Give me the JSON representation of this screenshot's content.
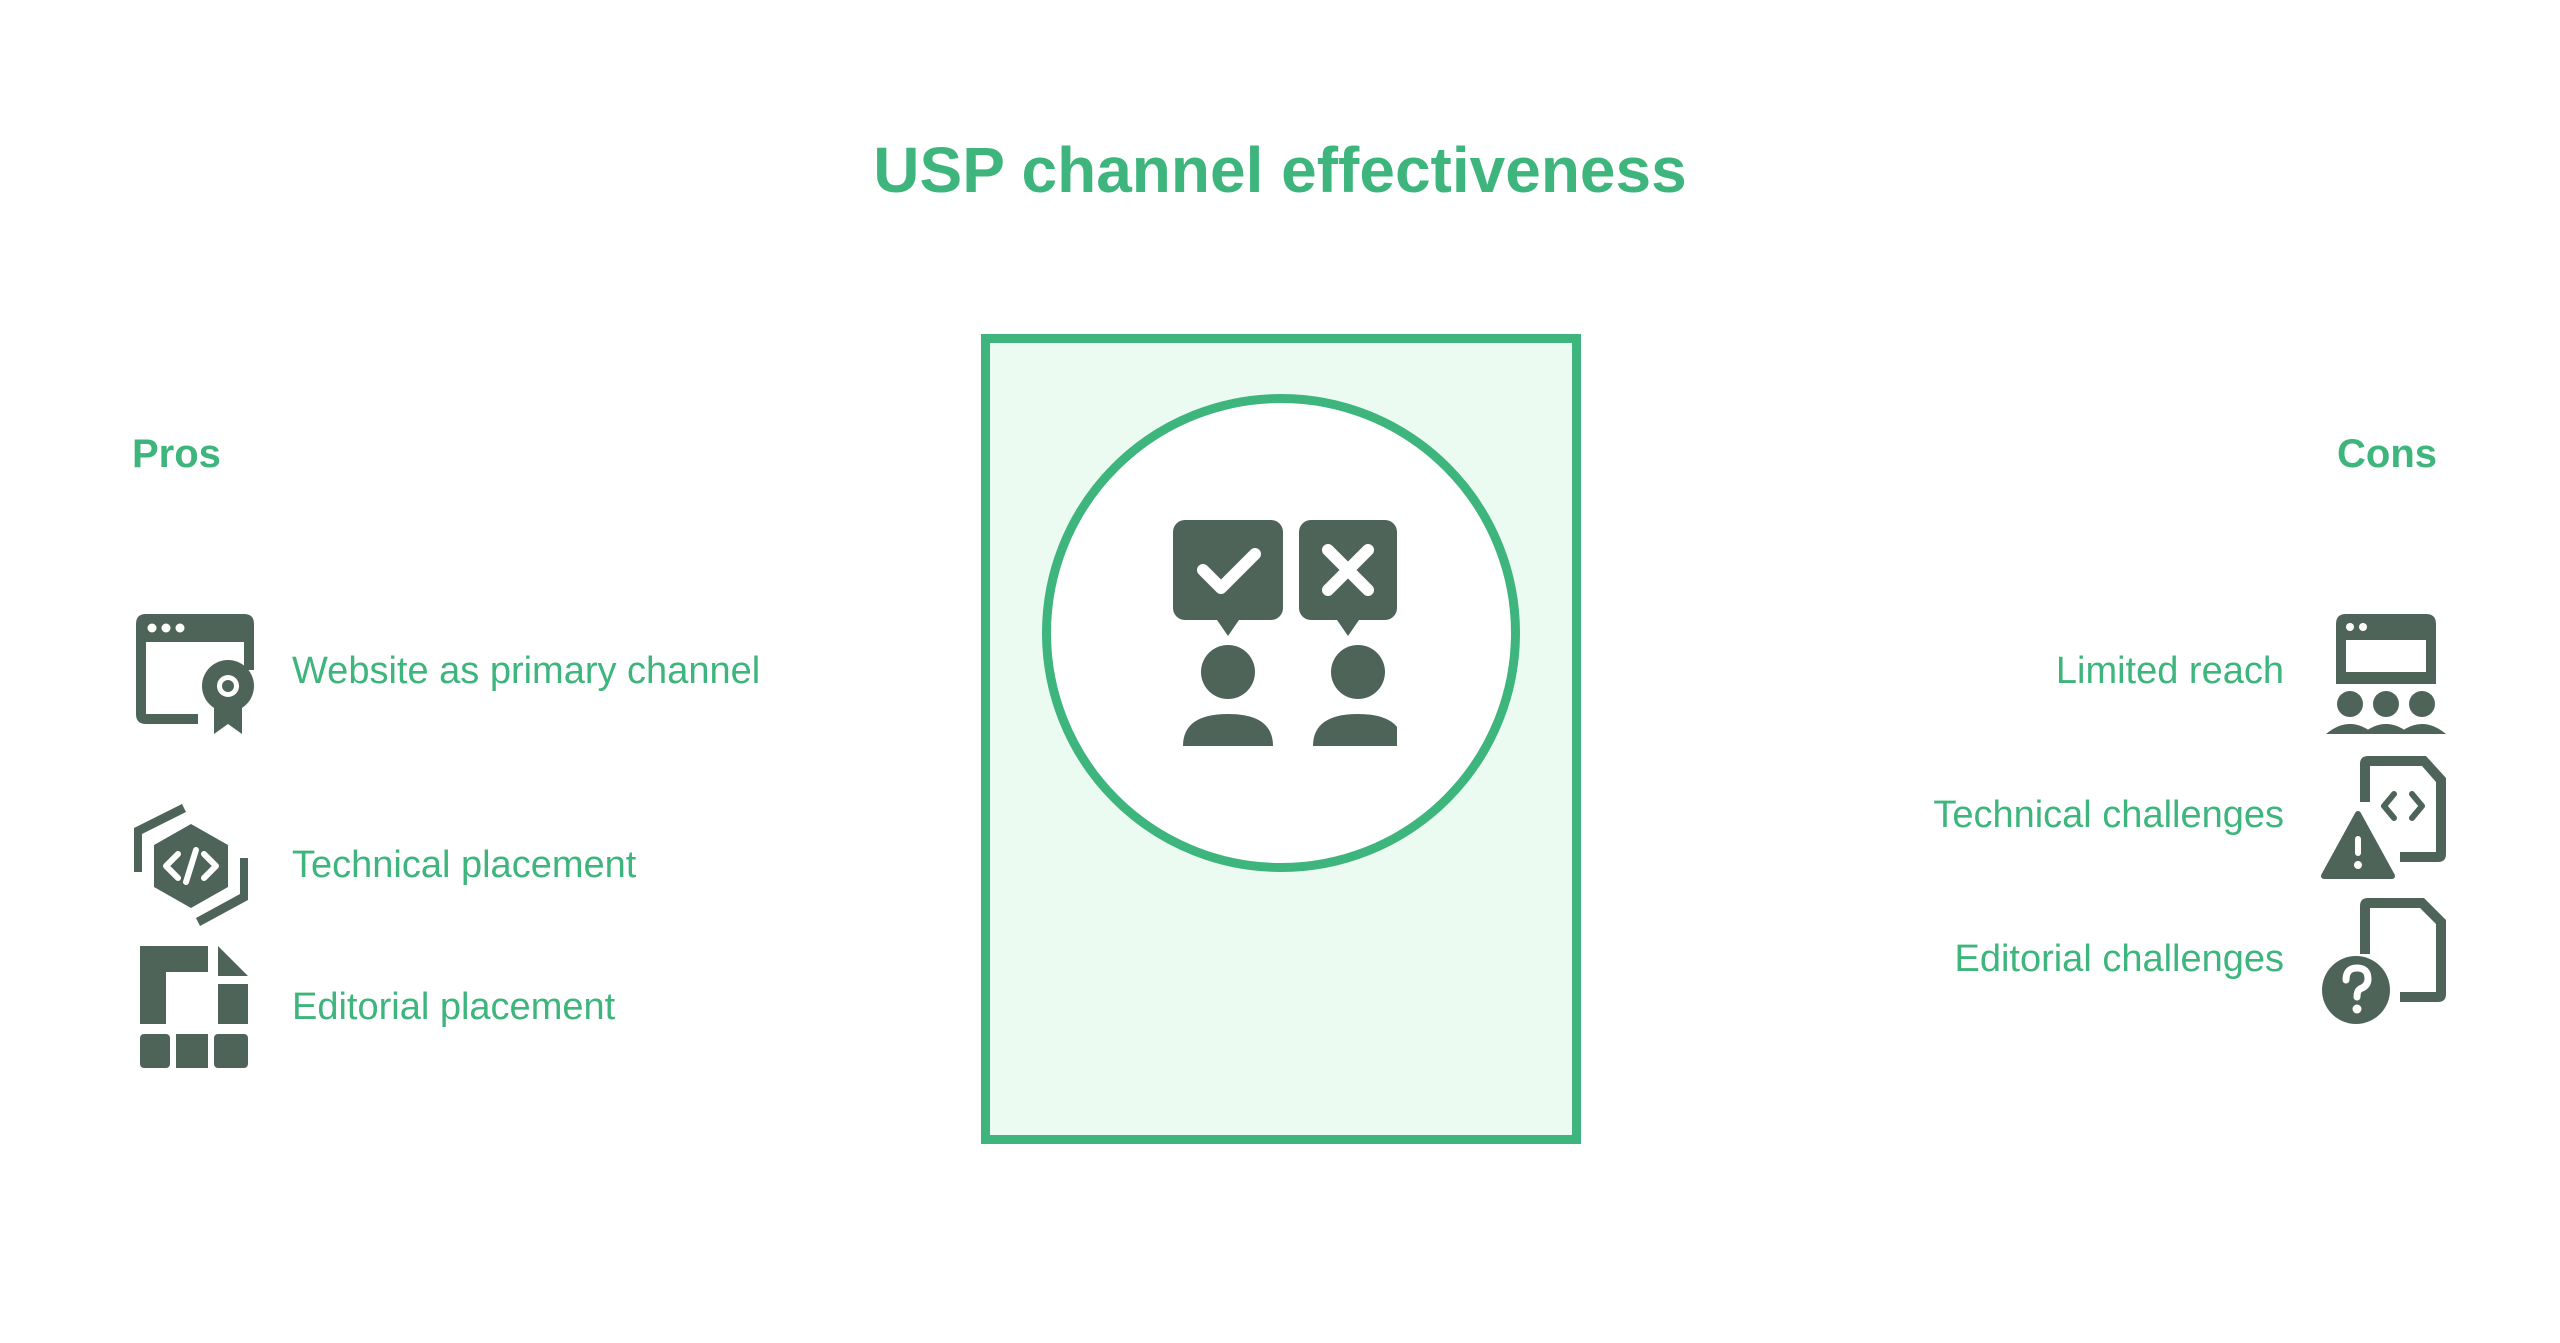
{
  "title": "USP channel effectiveness",
  "pros": {
    "heading": "Pros",
    "items": [
      {
        "label": "Website as primary channel",
        "icon": "website-award-icon"
      },
      {
        "label": "Technical placement",
        "icon": "code-hexagon-icon"
      },
      {
        "label": "Editorial placement",
        "icon": "layout-grid-icon"
      }
    ]
  },
  "cons": {
    "heading": "Cons",
    "items": [
      {
        "label": "Limited reach",
        "icon": "website-audience-icon"
      },
      {
        "label": "Technical challenges",
        "icon": "code-file-warning-icon"
      },
      {
        "label": "Editorial challenges",
        "icon": "file-question-icon"
      }
    ]
  },
  "center": {
    "icon": "approve-reject-people-icon"
  },
  "colors": {
    "accent": "#3db57c",
    "icon": "#4e6459",
    "box_fill": "#ebfbf2"
  }
}
